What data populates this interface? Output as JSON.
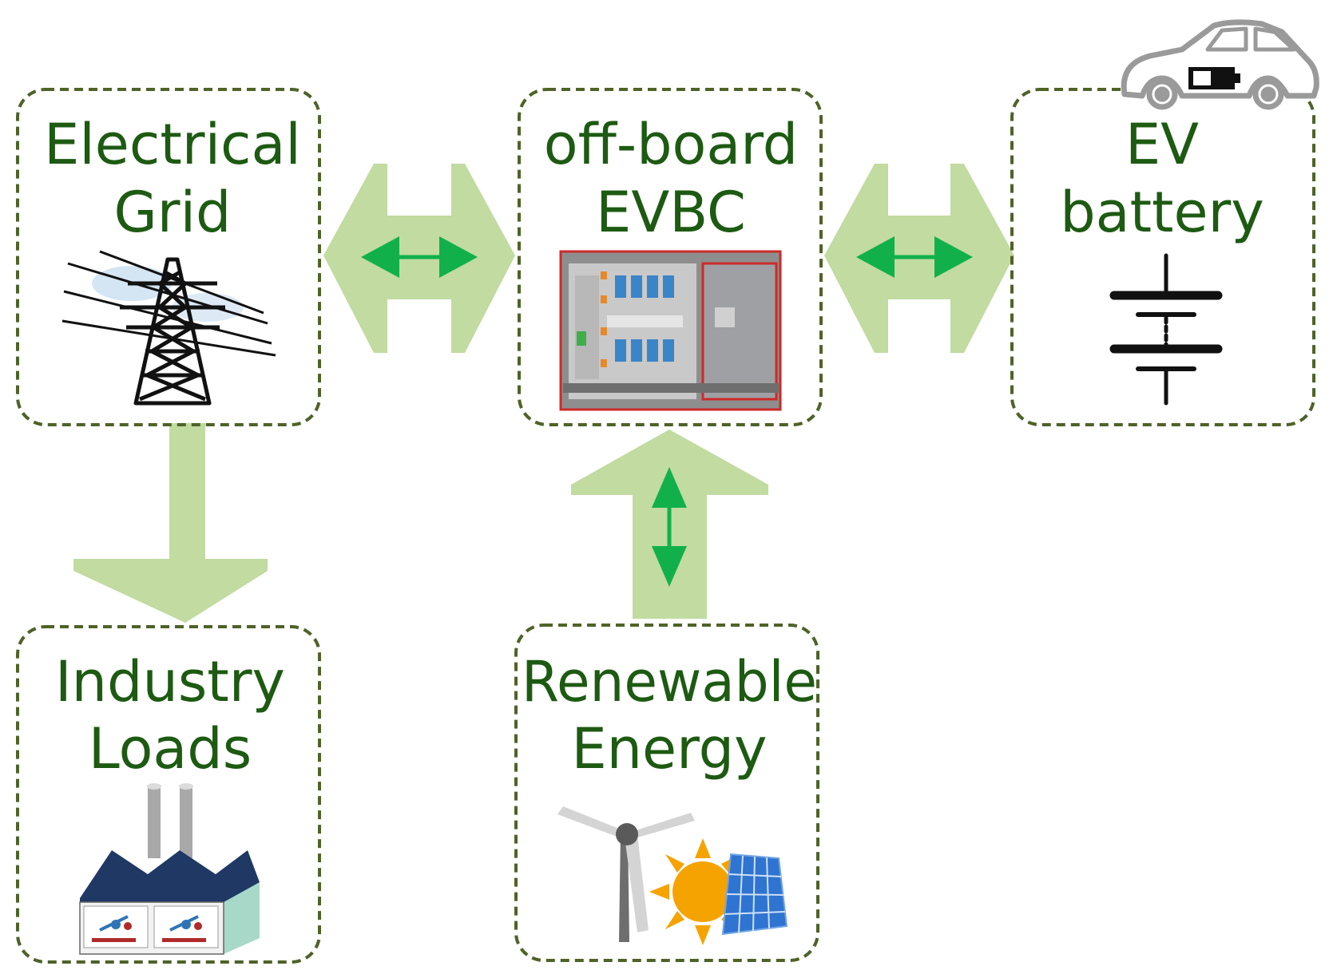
{
  "nodes": {
    "grid": {
      "line1": "Electrical",
      "line2": "Grid"
    },
    "evbc": {
      "line1": "off-board",
      "line2": "EVBC"
    },
    "battery": {
      "line1": "EV",
      "line2": "battery"
    },
    "industry": {
      "line1": "Industry",
      "line2": "Loads"
    },
    "renewable": {
      "line1": "Renewable",
      "line2": "Energy"
    }
  },
  "connections": [
    {
      "from": "grid",
      "to": "evbc",
      "direction": "bidirectional"
    },
    {
      "from": "evbc",
      "to": "battery",
      "direction": "bidirectional"
    },
    {
      "from": "grid",
      "to": "industry",
      "direction": "unidirectional"
    },
    {
      "from": "renewable",
      "to": "evbc",
      "direction": "bidirectional"
    }
  ],
  "colors": {
    "box_border": "#4f6228",
    "label_text": "#1d5a12",
    "flow_arrow": "#c1dba0",
    "bidirectional_arrow": "#12b04b",
    "charger_frame": "#cc2a2a",
    "factory_roof": "#1f3864",
    "sun": "#f5a300",
    "solar_panel": "#2f74d0"
  },
  "icons": [
    "transmission-tower-icon",
    "charger-cabinet-photo",
    "battery-symbol-icon",
    "car-icon",
    "factory-icon",
    "wind-turbine-icon",
    "sun-icon",
    "solar-panel-icon"
  ]
}
